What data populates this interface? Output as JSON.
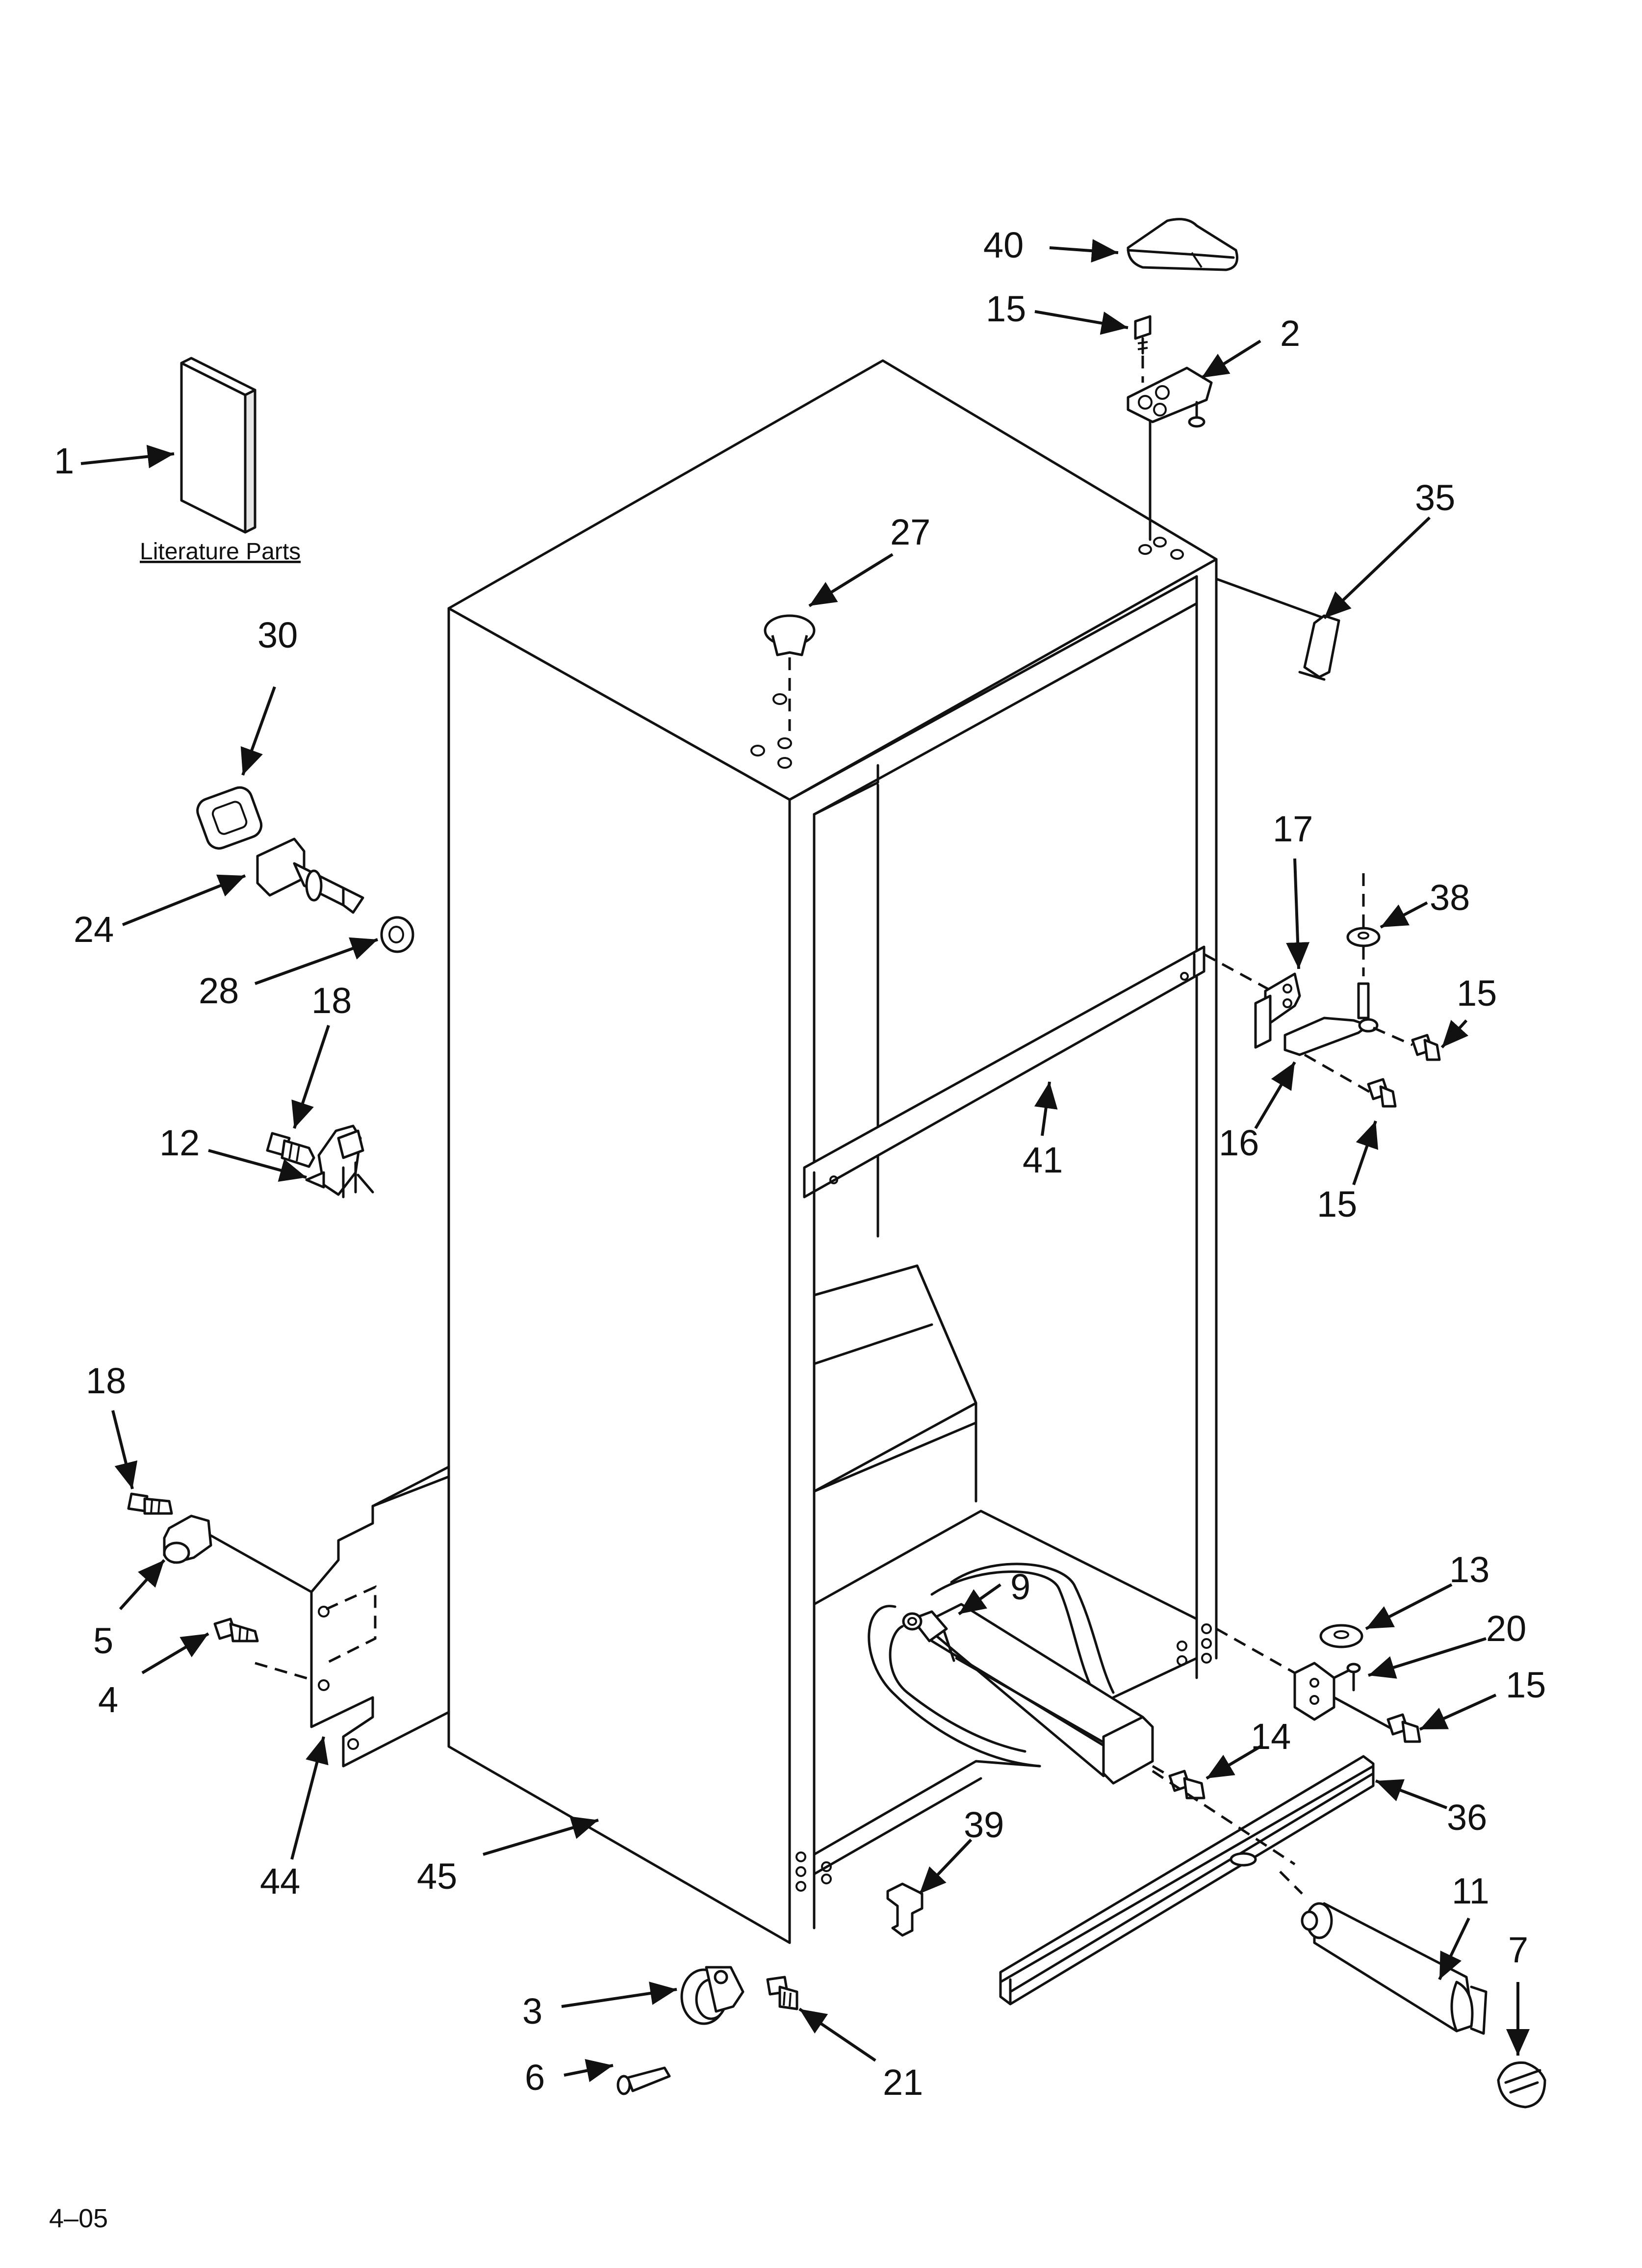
{
  "literature_label": "Literature Parts",
  "footer_code": "4–05",
  "callouts": {
    "c40": "40",
    "c15a": "15",
    "c2": "2",
    "c1": "1",
    "c35": "35",
    "c27": "27",
    "c30": "30",
    "c17": "17",
    "c38": "38",
    "c15b": "15",
    "c24": "24",
    "c28": "28",
    "c18a": "18",
    "c12": "12",
    "c41": "41",
    "c16": "16",
    "c15c": "15",
    "c18b": "18",
    "c13": "13",
    "c9": "9",
    "c20": "20",
    "c15d": "15",
    "c5": "5",
    "c14": "14",
    "c4": "4",
    "c36": "36",
    "c39": "39",
    "c11": "11",
    "c44": "44",
    "c45": "45",
    "c7": "7",
    "c3": "3",
    "c6": "6",
    "c21": "21"
  }
}
